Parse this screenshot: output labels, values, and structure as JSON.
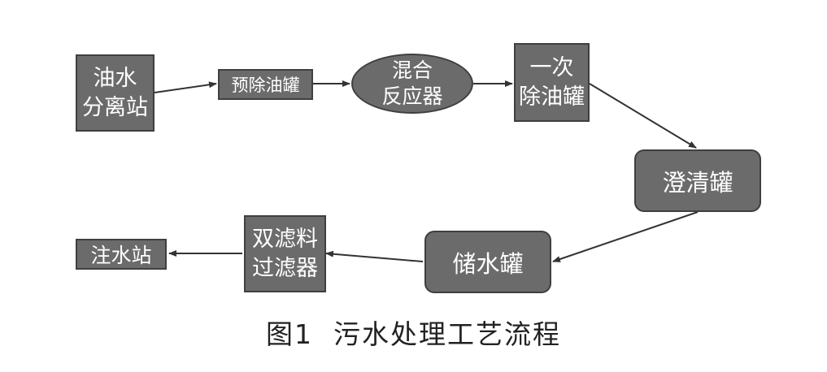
{
  "nodes": {
    "oil_water_station": "油水\n分离站",
    "pre_oil_removal_tank": "预除油罐",
    "mixing_reactor": "混合\n反应器",
    "primary_oil_removal_tank": "一次\n除油罐",
    "clarifier_tank": "澄清罐",
    "storage_tank": "储水罐",
    "dual_media_filter": "双滤料\n过滤器",
    "injection_station": "注水站"
  },
  "edges": [
    {
      "from": "oil_water_station",
      "to": "pre_oil_removal_tank"
    },
    {
      "from": "pre_oil_removal_tank",
      "to": "mixing_reactor"
    },
    {
      "from": "mixing_reactor",
      "to": "primary_oil_removal_tank"
    },
    {
      "from": "primary_oil_removal_tank",
      "to": "clarifier_tank"
    },
    {
      "from": "clarifier_tank",
      "to": "storage_tank"
    },
    {
      "from": "storage_tank",
      "to": "dual_media_filter"
    },
    {
      "from": "dual_media_filter",
      "to": "injection_station"
    }
  ],
  "caption": "图1  污水处理工艺流程",
  "colors": {
    "node_fill": "#6b6b6b",
    "node_border": "#3f3f3f",
    "text": "#ffffff",
    "arrow": "#333333"
  }
}
